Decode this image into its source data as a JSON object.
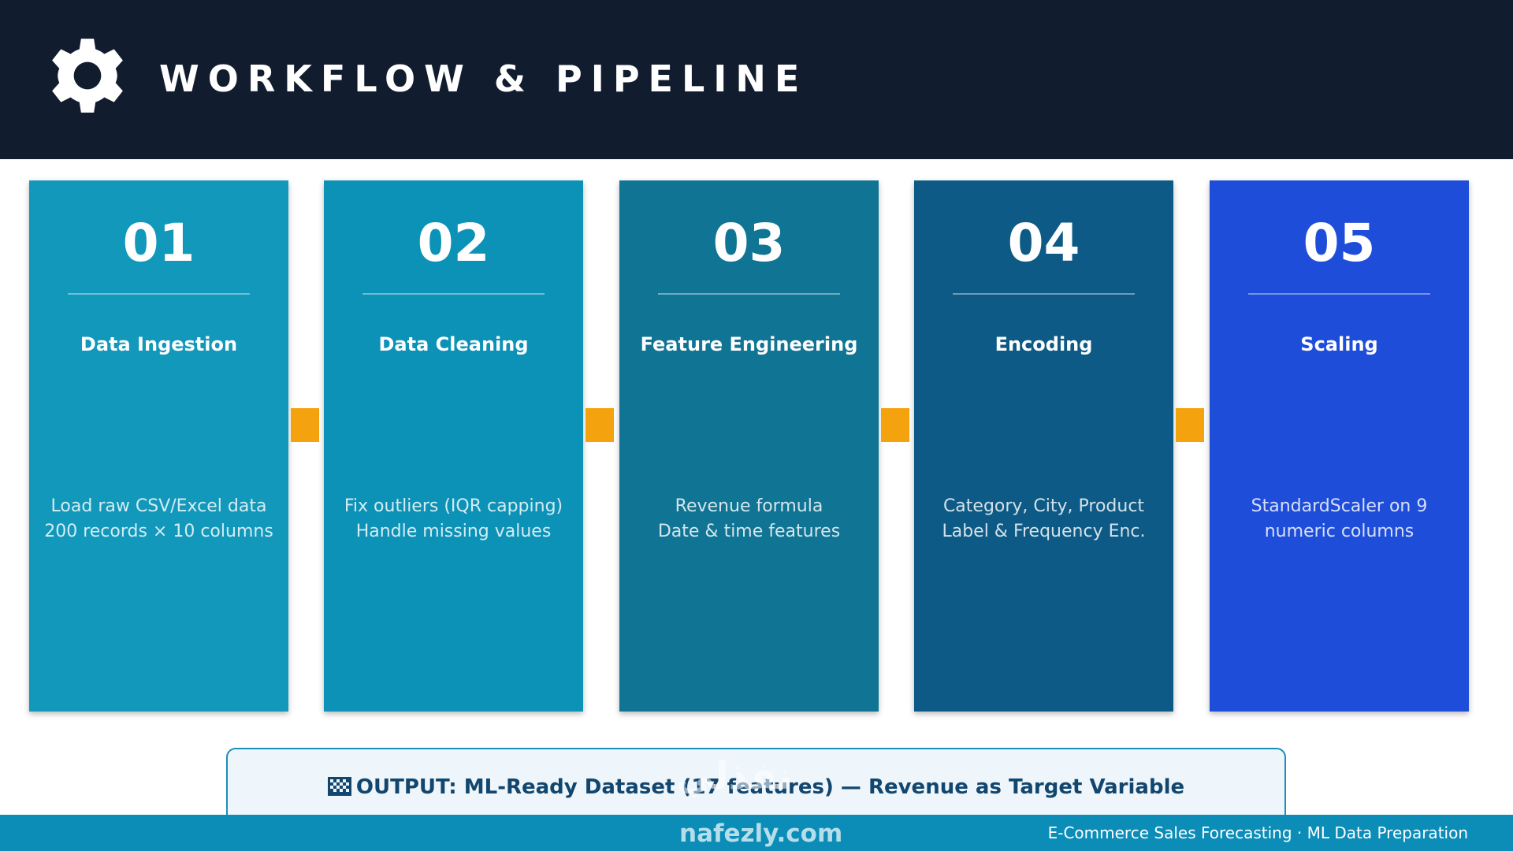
{
  "header": {
    "title": "WORKFLOW & PIPELINE",
    "icon": "gear-icon"
  },
  "steps": [
    {
      "number": "01",
      "name": "Data Ingestion",
      "desc": [
        "Load raw CSV/Excel data",
        "200 records × 10 columns"
      ],
      "color": "#1198bb"
    },
    {
      "number": "02",
      "name": "Data Cleaning",
      "desc": [
        "Fix outliers (IQR capping)",
        "Handle missing values"
      ],
      "color": "#0c92b7"
    },
    {
      "number": "03",
      "name": "Feature Engineering",
      "desc": [
        "Revenue formula",
        "Date & time features"
      ],
      "color": "#107494"
    },
    {
      "number": "04",
      "name": "Encoding",
      "desc": [
        "Category, City, Product",
        "Label & Frequency Enc."
      ],
      "color": "#0c5a85"
    },
    {
      "number": "05",
      "name": "Scaling",
      "desc": [
        "StandardScaler on 9",
        "numeric columns"
      ],
      "color": "#1e4dd9"
    }
  ],
  "connector_color": "#f5a20f",
  "output": {
    "icon": "checkered-icon",
    "text": "OUTPUT: ML-Ready Dataset (17 features) — Revenue as Target Variable"
  },
  "footer": {
    "text": "E-Commerce Sales Forecasting · ML Data Preparation"
  },
  "watermark": {
    "text": "nafezly.com",
    "arabic": "نفذلي"
  }
}
